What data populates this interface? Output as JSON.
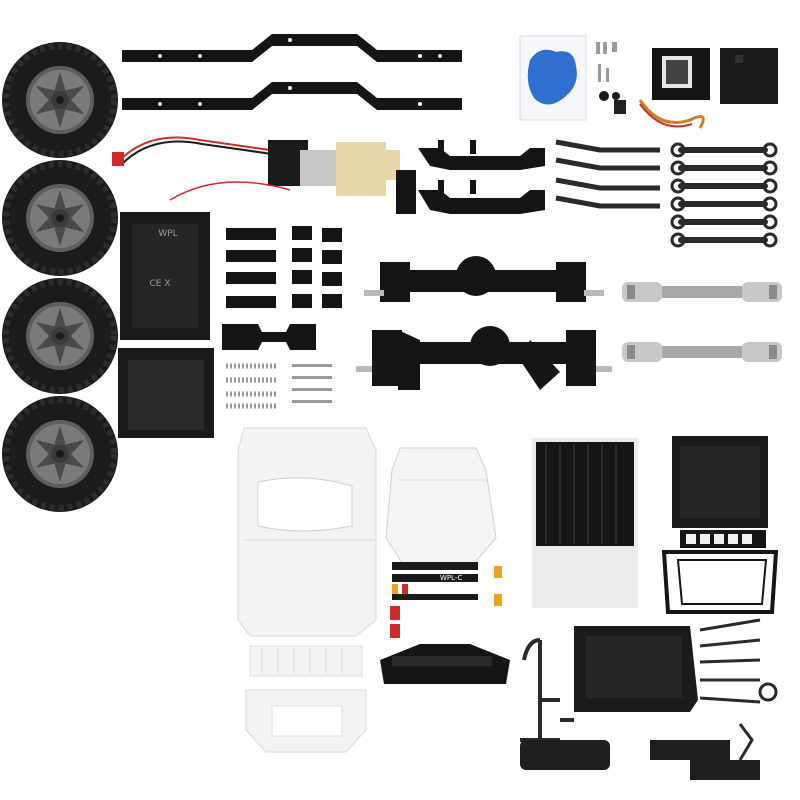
{
  "labels": {
    "battery_box_brand": "WPL",
    "cert_marks": "CE  X",
    "decal_logo": "WPL-C"
  },
  "colors": {
    "rubber": "#1b1b1b",
    "rim": "#5e5e5e",
    "rim_light": "#8a8a8a",
    "plastic_black": "#151515",
    "body_white": "#f3f3f3",
    "body_shade": "#d9d9d9",
    "metal": "#b9b9b9",
    "silica_blue": "#2f6fd0",
    "wire_red": "#d22b2b",
    "motor_cream": "#e8d5a8",
    "decal_orange": "#f0a020"
  },
  "parts": [
    "tire-wheel",
    "chassis-rail",
    "silica-gel-pack",
    "screws-pack",
    "servo",
    "motor-gearbox",
    "shock-link",
    "suspension-link",
    "battery-box",
    "axle",
    "driveshaft",
    "springs",
    "body-shell",
    "windshield",
    "truck-bed",
    "grille",
    "bumper",
    "decal-sheet",
    "interior-tray"
  ]
}
